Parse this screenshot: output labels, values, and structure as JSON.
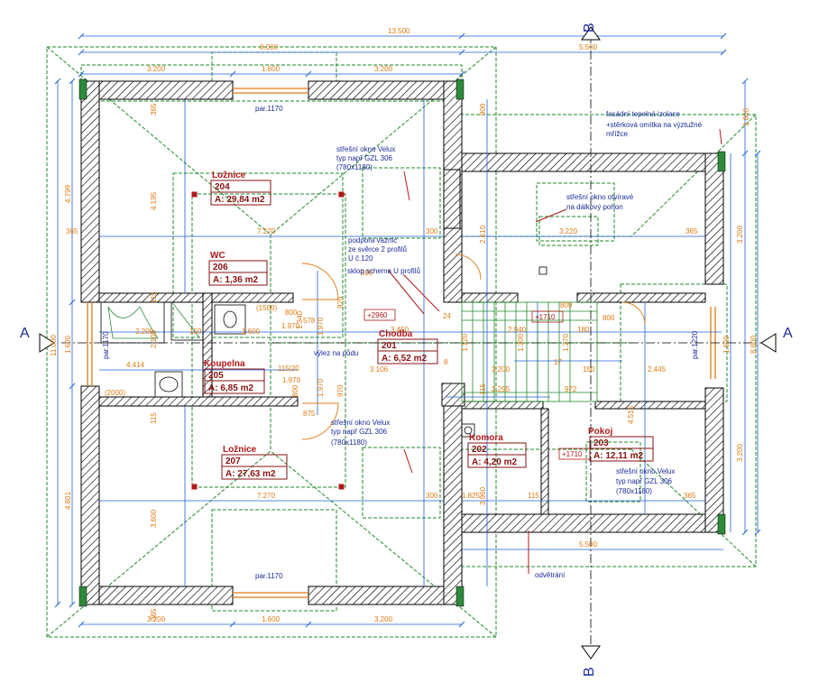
{
  "colors": {
    "wall_outline": "#000000",
    "roof_lines": "#1f8a2a",
    "dimension_lines": "#1e5fd6",
    "dimension_text": "#e07a10",
    "room_label": "#b01818",
    "note_text": "#1b2a9a",
    "window": "#e07a10",
    "stairs": "#1f8a2a"
  },
  "section_marks": {
    "a_left": "A",
    "a_right": "A",
    "b_top": "B",
    "b_bottom": "B"
  },
  "top_dimensions": {
    "overall": "13.500",
    "left_block": "8.000",
    "right_block": "5.500",
    "seg1": "3.200",
    "seg2": "1.600",
    "seg3": "3.200"
  },
  "bottom_dimensions": {
    "seg1": "3.200",
    "seg2": "1.600",
    "seg3": "3.200",
    "right": "5.500"
  },
  "left_dimensions": {
    "overall": "11.000",
    "upper": "4.799",
    "lower": "4.801",
    "mid": "1.600"
  },
  "right_dimensions": {
    "overall": "8.800",
    "upper": "3.200",
    "lower": "3.200",
    "top": "1.600",
    "mid": "1.600"
  },
  "interior_dimensions": {
    "d7270a": "7.270",
    "d7270b": "7.270",
    "d365a": "365",
    "d365b": "365",
    "d365c": "365",
    "d365d": "365",
    "d365e": "365",
    "d4195": "4.195",
    "d4414": "4.414",
    "d3600": "3.600",
    "d3220": "3.220",
    "d3200": "3.200",
    "d2445": "2.445",
    "d2940": "2.940",
    "d2610": "2.610",
    "d2100": "2.100",
    "d1970a": "1.970",
    "d1970b": "1.970",
    "d1970c": "1.970",
    "d3106": "3.106",
    "d3450": "3.450",
    "d1825": "1.825",
    "d4515": "4.515",
    "d3960": "3.960",
    "d2295": "2.295",
    "d1600": "1.600",
    "d1120": "1.120",
    "d1270": "1.270",
    "d1300": "1.300",
    "d1340": "1.340",
    "d2209": "2.209",
    "d300a": "300",
    "d300b": "300",
    "d300c": "300",
    "d115a": "115",
    "d115b": "115",
    "d115c": "115",
    "d115d": "115",
    "d800a": "800",
    "d800b": "800",
    "d800c": "800",
    "d970a": "970",
    "d970b": "970",
    "d972": "972",
    "d150a": "150",
    "d150b": "150",
    "d875": "875",
    "d578": "578",
    "d11520": "115|20",
    "d17": "17",
    "d24": "24",
    "d8": "8",
    "d2000": "(2000)",
    "d1500": "(1500)",
    "d1970x": "1.970",
    "d900": "900",
    "d180": "180",
    "d809": "809"
  },
  "windows": {
    "par_top": "par.1170",
    "par_bottom": "par.1170",
    "par_left": "par.1170",
    "par_right": "par.1220"
  },
  "level_marks": {
    "l2960": "+2960",
    "l1710a": "+1710",
    "l1710b": "+1710"
  },
  "rooms": [
    {
      "name": "Ložnice",
      "number": "204",
      "area": "A: 29,84 m2"
    },
    {
      "name": "WC",
      "number": "206",
      "area": "A: 1,36 m2"
    },
    {
      "name": "Koupelna",
      "number": "205",
      "area": "A: 6,85 m2"
    },
    {
      "name": "Ložnice",
      "number": "207",
      "area": "A: 27,63 m2"
    },
    {
      "name": "Chodba",
      "number": "201",
      "area": "A: 6,52 m2"
    },
    {
      "name": "Komora",
      "number": "202",
      "area": "A: 4,20 m2"
    },
    {
      "name": "Pokoj",
      "number": "203",
      "area": "A: 12,11 m2"
    }
  ],
  "notes": {
    "velux_top": [
      "střešní okno Velux",
      "typ např GZL 306",
      "(780x1180)"
    ],
    "velux_bottom": [
      "střešní okno Velux",
      "typ např GZL 306",
      "(780x1180)"
    ],
    "velux_right": [
      "střešní okno Velux",
      "typ např GZL 306",
      "(780x1180)"
    ],
    "facade": [
      "fasádní tepelná izolace",
      "+stěrková omítka na výztužné",
      "mřížce"
    ],
    "remote_window": [
      "střešní okno otvíravé",
      "na dálkový pohon"
    ],
    "truss_support": [
      "podpora vaznic",
      "ze svěrce 2 profilů",
      "U č.120"
    ],
    "slope": "sklop schema U profilů",
    "attic_exit": "výlez na půdu",
    "ventilation": "odvětrání"
  }
}
